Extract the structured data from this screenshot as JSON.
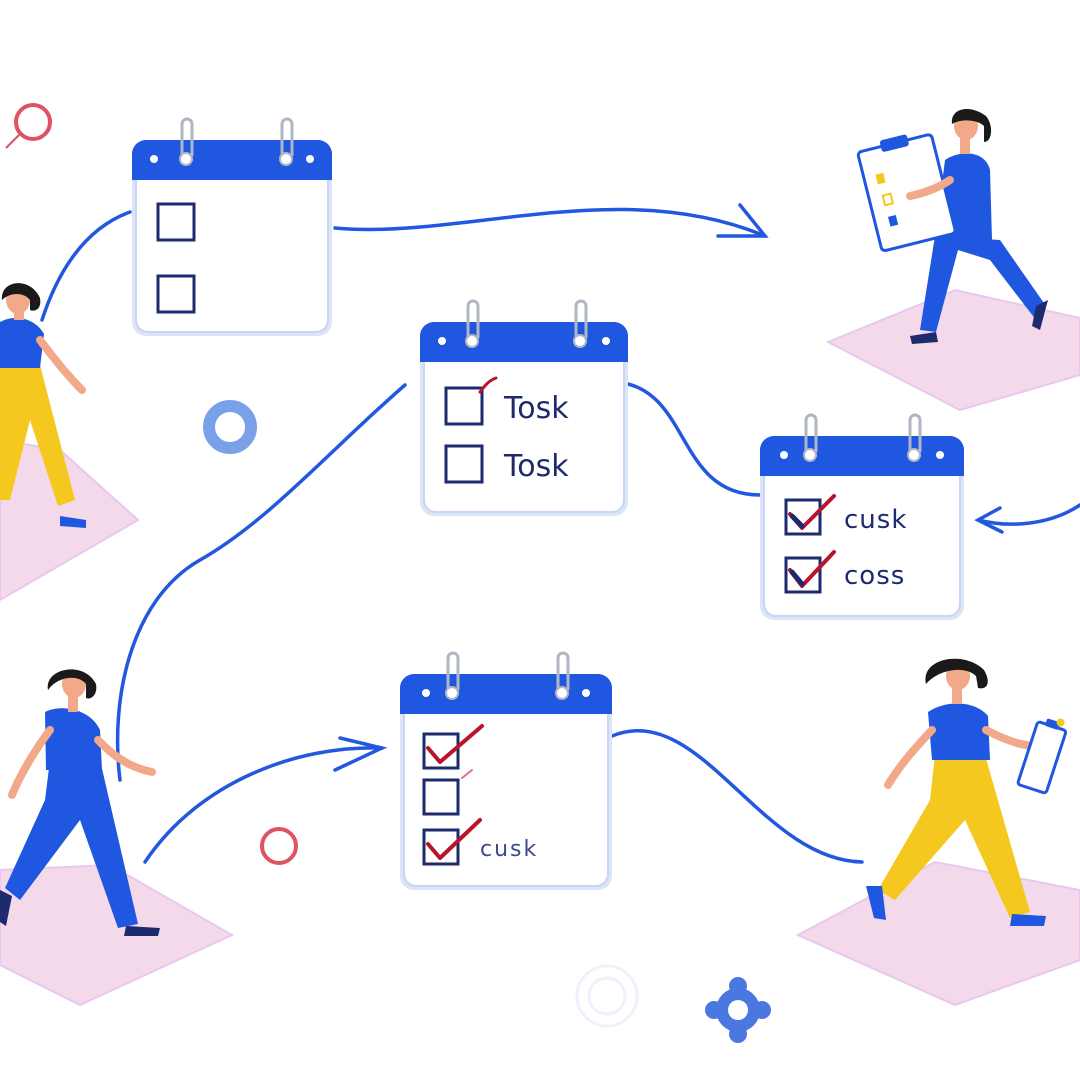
{
  "colors": {
    "primary_blue": "#1f57e0",
    "line_blue": "#2257e0",
    "check_red": "#b8142c",
    "platform_pink": "#f4d9ea",
    "pants_yellow": "#f4c81e",
    "skin": "#f2a98a",
    "hair": "#1a1a1a",
    "box_navy": "#1e2a6e"
  },
  "calendars": [
    {
      "id": "top-left",
      "items": [
        {
          "checked": false,
          "label": ""
        },
        {
          "checked": false,
          "label": ""
        }
      ]
    },
    {
      "id": "center",
      "items": [
        {
          "checked": false,
          "label": "Tosk"
        },
        {
          "checked": false,
          "label": "Tosk"
        }
      ]
    },
    {
      "id": "right",
      "items": [
        {
          "checked": true,
          "label": "cusk"
        },
        {
          "checked": true,
          "label": "coss"
        }
      ]
    },
    {
      "id": "bottom",
      "items": [
        {
          "checked": true,
          "label": ""
        },
        {
          "checked": false,
          "label": ""
        },
        {
          "checked": true,
          "label": "cusk"
        }
      ]
    }
  ],
  "figures": [
    {
      "position": "top-right",
      "pants": "blue",
      "holding": "clipboard"
    },
    {
      "position": "middle-left",
      "pants": "yellow",
      "holding": "none"
    },
    {
      "position": "bottom-left",
      "pants": "blue",
      "holding": "none"
    },
    {
      "position": "bottom-right",
      "pants": "yellow",
      "holding": "clipboard"
    }
  ],
  "icons": [
    "ring-icon",
    "gear-icon"
  ]
}
